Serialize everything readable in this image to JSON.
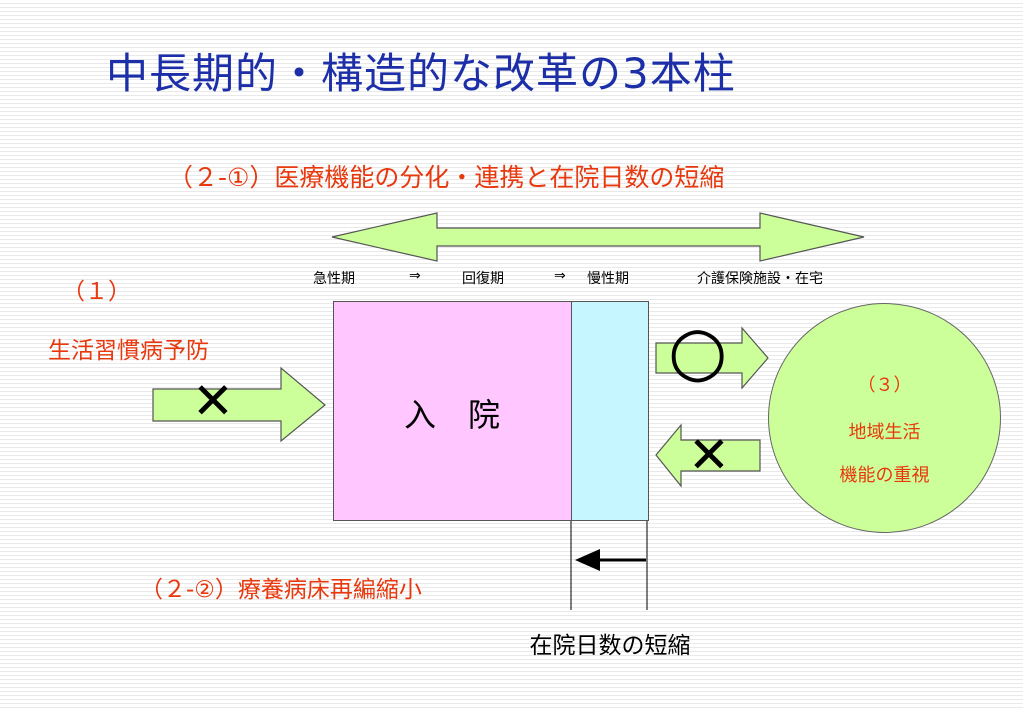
{
  "title": "中長期的・構造的な改革の3本柱",
  "subtitle": "（２-①）医療機能の分化・連携と在院日数の短縮",
  "stages": {
    "acute": "急性期",
    "arrow1": "⇒",
    "recovery": "回復期",
    "arrow2": "⇒",
    "chronic": "慢性期",
    "care": "介護保険施設・在宅"
  },
  "pillar1": {
    "number": "（１）",
    "label": "生活習慣病予防"
  },
  "admission_label": "入　院",
  "pillar3": {
    "number": "（３）",
    "line1": "地域生活",
    "line2": "機能の重視"
  },
  "pillar2_2": "（２-②）療養病床再編縮小",
  "footer": "在院日数の短縮",
  "symbols": {
    "cross": "✕",
    "circle": "○"
  },
  "colors": {
    "title": "#1c2fa8",
    "accent_red": "#e8380d",
    "arrow_fill": "#ccff99",
    "admission_fill": "#ffc6ff",
    "shortened_fill": "#c6f6ff"
  }
}
